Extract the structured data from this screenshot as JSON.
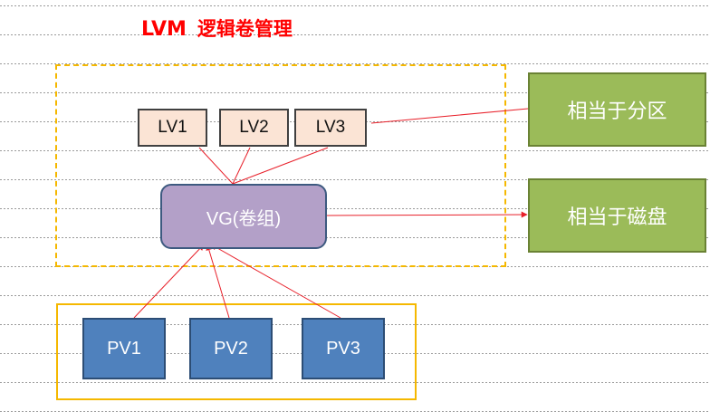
{
  "title": {
    "part1": "LVM",
    "part2": "逻辑卷管理"
  },
  "logical_volumes": [
    "LV1",
    "LV2",
    "LV3"
  ],
  "volume_group": {
    "label": "VG(卷组)"
  },
  "physical_volumes": [
    "PV1",
    "PV2",
    "PV3"
  ],
  "annotations": {
    "lv_note": "相当于分区",
    "vg_note": "相当于磁盘"
  },
  "colors": {
    "title": "#ff0000",
    "group_border": "#f5b800",
    "lv_fill": "#fbe4d5",
    "vg_fill": "#b3a0c8",
    "pv_fill": "#4f81bd",
    "note_fill": "#9bbb59",
    "connector": "#e8202a"
  }
}
